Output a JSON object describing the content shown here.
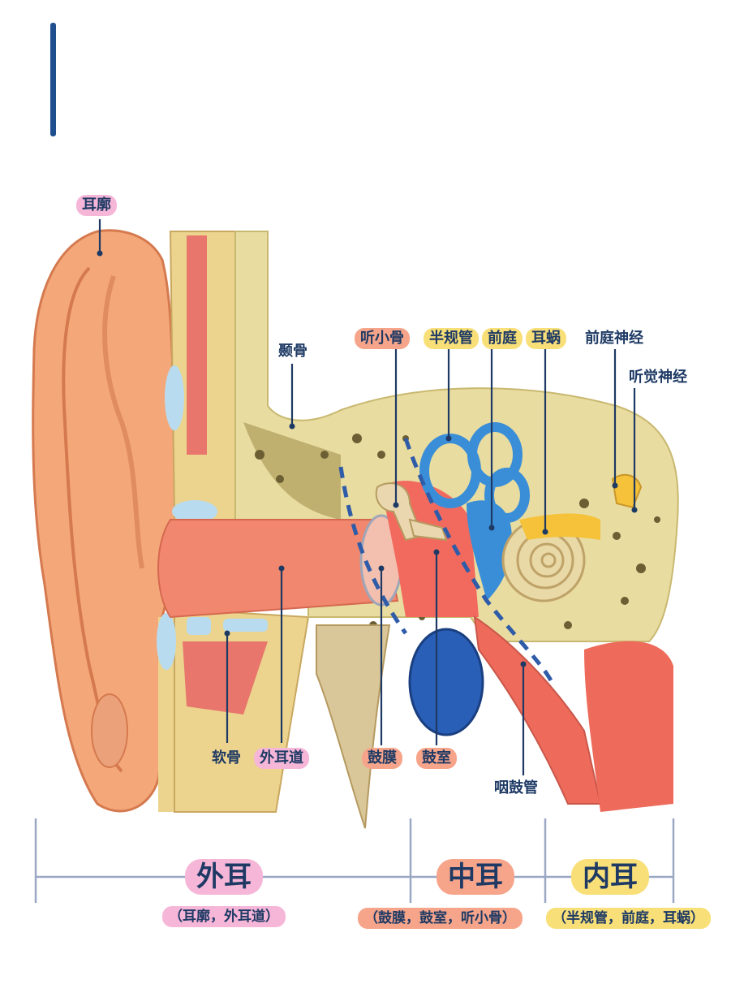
{
  "labels": {
    "auricle": "耳廓",
    "temporal_bone": "颞骨",
    "ossicles": "听小骨",
    "semicircular_canals": "半规管",
    "vestibule": "前庭",
    "cochlea": "耳蜗",
    "vestibular_nerve": "前庭神经",
    "auditory_nerve": "听觉神经",
    "cartilage": "软骨",
    "ear_canal": "外耳道",
    "eardrum": "鼓膜",
    "tympanic_cavity": "鼓室",
    "eustachian_tube": "咽鼓管"
  },
  "sections": {
    "outer": {
      "title": "外耳",
      "parts": "（耳廓，外耳道）"
    },
    "middle": {
      "title": "中耳",
      "parts": "（鼓膜，鼓室，听小骨）"
    },
    "inner": {
      "title": "内耳",
      "parts": "（半规管，前庭，耳蜗）"
    }
  },
  "colors": {
    "accent": "#1f4f8f",
    "label_text": "#1e3a64",
    "tag_pink": "#f6b6d8",
    "tag_orange": "#f6a48a",
    "tag_yellow": "#f8df78"
  }
}
